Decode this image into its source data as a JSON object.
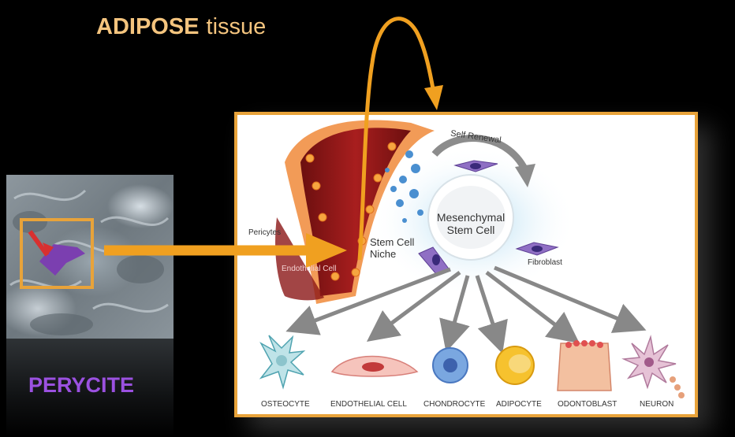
{
  "title": {
    "emphasis": "ADIPOSE",
    "rest": "tissue"
  },
  "left_label": "PERYCITE",
  "diagram": {
    "pericytes": "Pericytes",
    "endothelial_in_vessel": "Endothelial Cell",
    "stem_cell_niche_line1": "Stem Cell",
    "stem_cell_niche_line2": "Niche",
    "self_renewal": "Self Renewal",
    "msc_line1": "Mesenchymal",
    "msc_line2": "Stem Cell",
    "fibroblast": "Fibroblast",
    "cells": [
      "OSTEOCYTE",
      "ENDOTHELIAL CELL",
      "CHONDROCYTE",
      "ADIPOCYTE",
      "ODONTOBLAST",
      "NEURON"
    ]
  },
  "colors": {
    "title": "#f4c47e",
    "frame": "#e8a33a",
    "arrow": "#f0a020",
    "perycite": "#9b51e0"
  }
}
